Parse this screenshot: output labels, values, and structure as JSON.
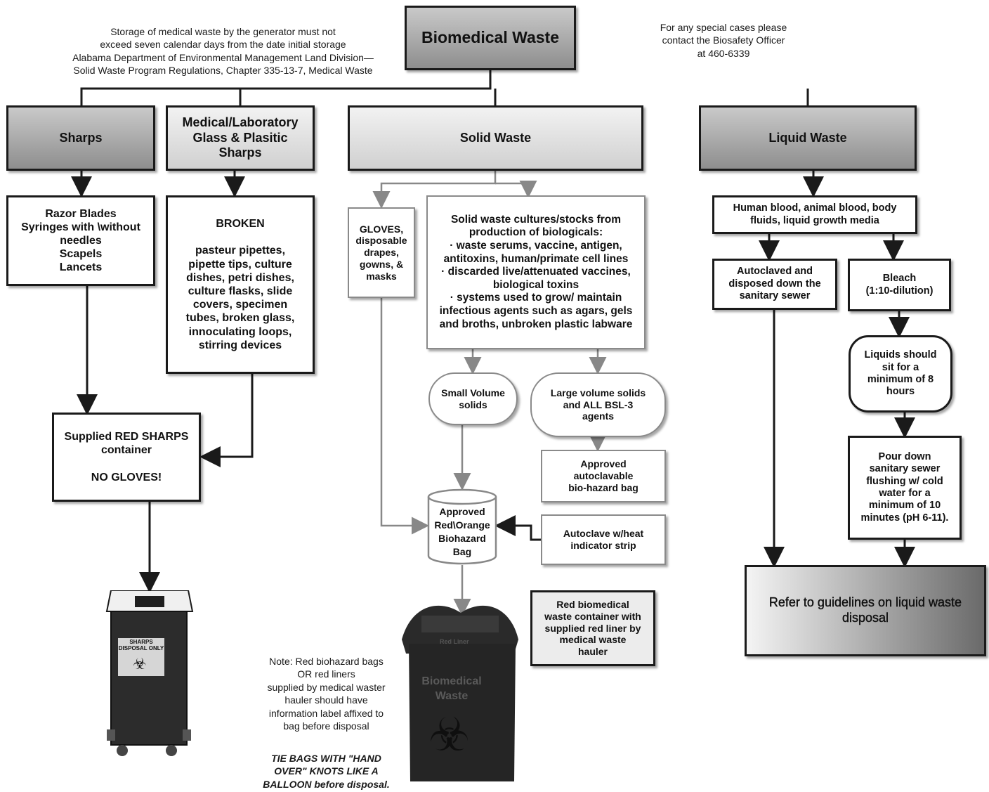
{
  "title": "Biomedical Waste",
  "header_note_left": "Storage of medical waste by the generator must not\nexceed seven calendar days from the date initial storage\nAlabama Department of Environmental Management Land Division—\nSolid Waste Program Regulations, Chapter 335-13-7, Medical Waste",
  "header_note_right": "For any special cases please\ncontact the Biosafety Officer\nat 460-6339",
  "categories": {
    "sharps": "Sharps",
    "glass": "Medical/Laboratory\nGlass & Plasitic\nSharps",
    "solid": "Solid Waste",
    "liquid": "Liquid Waste"
  },
  "sharps": {
    "items": "Razor Blades\nSyringes with \\without\nneedles\nScapels\nLancets",
    "container": "Supplied RED SHARPS\ncontainer\n\nNO GLOVES!",
    "bin_label": "SHARPS\nDISPOSAL ONLY"
  },
  "glass": {
    "items": "BROKEN\n\npasteur pipettes,\npipette tips, culture\ndishes, petri dishes,\nculture flasks, slide\ncovers, specimen\ntubes, broken glass,\ninnoculating loops,\nstirring devices"
  },
  "solid": {
    "gloves": "GLOVES,\ndisposable\ndrapes,\ngowns, &\nmasks",
    "cultures": "Solid waste cultures/stocks from\nproduction of biologicals:\n· waste serums, vaccine, antigen,\nantitoxins, human/primate cell lines\n· discarded live/attenuated vaccines,\nbiological toxins\n· systems used to grow/ maintain\ninfectious agents such as agars, gels\nand broths, unbroken plastic labware",
    "small_volume": "Small Volume\nsolids",
    "large_volume": "Large volume solids\nand ALL  BSL-3\nagents",
    "autoclavable_bag": "Approved\nautoclavable\nbio-hazard bag",
    "autoclave": "Autoclave w/heat\nindicator strip",
    "biohazard_bag": "Approved\nRed\\Orange\nBiohazard\nBag",
    "container_label": "Red biomedical\nwaste container with\nsupplied red liner by\nmedical waste\nhauler",
    "bin_title": "Biomedical\nWaste",
    "bin_liner": "Red Liner"
  },
  "note_text": "Note: Red biohazard bags\nOR red liners\nsupplied by medical waster\nhauler should have\ninformation label affixed to\nbag before disposal",
  "note_emphasis": "TIE BAGS WITH \"HAND\nOVER\" KNOTS LIKE A\nBALLOON before disposal.",
  "liquid": {
    "sources": "Human blood, animal blood, body\nfluids, liquid growth media",
    "autoclaved": "Autoclaved and\ndisposed down the\nsanitary sewer",
    "bleach": "Bleach\n(1:10-dilution)",
    "sit": "Liquids should\nsit for a\nminimum of 8\nhours",
    "pour": "Pour down\nsanitary sewer\nflushing w/ cold\nwater for a\nminimum of 10\nminutes (pH 6-11).",
    "guidelines": "Refer to guidelines on liquid waste\ndisposal"
  },
  "icons": [
    "biohazard-icon"
  ]
}
